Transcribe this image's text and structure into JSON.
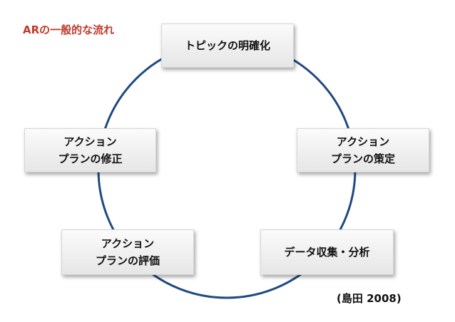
{
  "title": "ARの一般的な流れ",
  "citation": "(島田 2008)",
  "colors": {
    "title": "#c0392b",
    "cycle": "#1f4a80",
    "text": "#111111"
  },
  "steps": [
    {
      "lines": [
        "トピックの明確化"
      ]
    },
    {
      "lines": [
        "アクション",
        "プランの策定"
      ]
    },
    {
      "lines": [
        "データ収集・分析"
      ]
    },
    {
      "lines": [
        "アクション",
        "プランの評価"
      ]
    },
    {
      "lines": [
        "アクション",
        "プランの修正"
      ]
    }
  ]
}
